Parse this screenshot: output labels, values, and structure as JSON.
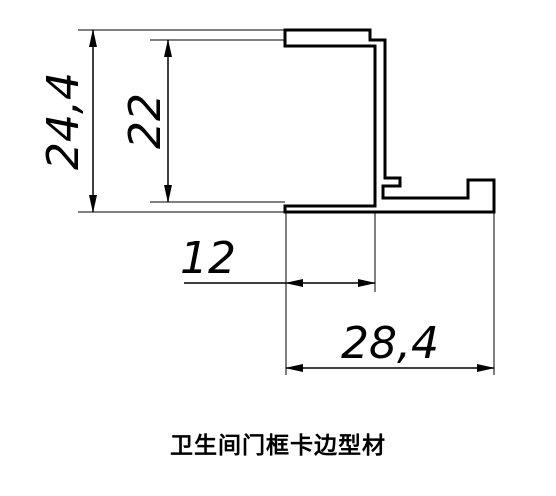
{
  "diagram": {
    "caption": "卫生间门框卡边型材",
    "dimensions": {
      "height_outer": "24,4",
      "height_inner": "22",
      "width_inner": "12",
      "width_outer": "28,4"
    },
    "colors": {
      "line": "#000000",
      "background": "#ffffff"
    }
  }
}
